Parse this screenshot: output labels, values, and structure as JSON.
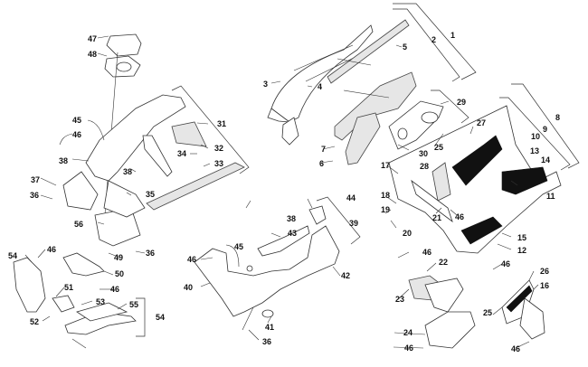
{
  "diagram": {
    "type": "exploded-parts-diagram",
    "callouts": [
      {
        "id": "c1",
        "label": "1"
      },
      {
        "id": "c2",
        "label": "2"
      },
      {
        "id": "c3",
        "label": "3"
      },
      {
        "id": "c4",
        "label": "4"
      },
      {
        "id": "c5",
        "label": "5"
      },
      {
        "id": "c6",
        "label": "6"
      },
      {
        "id": "c7",
        "label": "7"
      },
      {
        "id": "c8",
        "label": "8"
      },
      {
        "id": "c9",
        "label": "9"
      },
      {
        "id": "c10",
        "label": "10"
      },
      {
        "id": "c11",
        "label": "11"
      },
      {
        "id": "c12",
        "label": "12"
      },
      {
        "id": "c13",
        "label": "13"
      },
      {
        "id": "c14",
        "label": "14"
      },
      {
        "id": "c15",
        "label": "15"
      },
      {
        "id": "c16",
        "label": "16"
      },
      {
        "id": "c17",
        "label": "17"
      },
      {
        "id": "c18",
        "label": "18"
      },
      {
        "id": "c19",
        "label": "19"
      },
      {
        "id": "c20",
        "label": "20"
      },
      {
        "id": "c21",
        "label": "21"
      },
      {
        "id": "c22",
        "label": "22"
      },
      {
        "id": "c23",
        "label": "23"
      },
      {
        "id": "c24",
        "label": "24"
      },
      {
        "id": "c25a",
        "label": "25"
      },
      {
        "id": "c25b",
        "label": "25"
      },
      {
        "id": "c26",
        "label": "26"
      },
      {
        "id": "c27",
        "label": "27"
      },
      {
        "id": "c28",
        "label": "28"
      },
      {
        "id": "c29",
        "label": "29"
      },
      {
        "id": "c30",
        "label": "30"
      },
      {
        "id": "c31",
        "label": "31"
      },
      {
        "id": "c32",
        "label": "32"
      },
      {
        "id": "c33",
        "label": "33"
      },
      {
        "id": "c34",
        "label": "34"
      },
      {
        "id": "c35",
        "label": "35"
      },
      {
        "id": "c36a",
        "label": "36"
      },
      {
        "id": "c36b",
        "label": "36"
      },
      {
        "id": "c36c",
        "label": "36"
      },
      {
        "id": "c37",
        "label": "37"
      },
      {
        "id": "c38a",
        "label": "38"
      },
      {
        "id": "c38b",
        "label": "38"
      },
      {
        "id": "c38c",
        "label": "38"
      },
      {
        "id": "c39",
        "label": "39"
      },
      {
        "id": "c40",
        "label": "40"
      },
      {
        "id": "c41",
        "label": "41"
      },
      {
        "id": "c42",
        "label": "42"
      },
      {
        "id": "c43",
        "label": "43"
      },
      {
        "id": "c44",
        "label": "44"
      },
      {
        "id": "c45a",
        "label": "45"
      },
      {
        "id": "c45b",
        "label": "45"
      },
      {
        "id": "c46a",
        "label": "46"
      },
      {
        "id": "c46b",
        "label": "46"
      },
      {
        "id": "c46c",
        "label": "46"
      },
      {
        "id": "c46d",
        "label": "46"
      },
      {
        "id": "c46e",
        "label": "46"
      },
      {
        "id": "c46f",
        "label": "46"
      },
      {
        "id": "c46g",
        "label": "46"
      },
      {
        "id": "c46h",
        "label": "46"
      },
      {
        "id": "c46i",
        "label": "46"
      },
      {
        "id": "c47",
        "label": "47"
      },
      {
        "id": "c48",
        "label": "48"
      },
      {
        "id": "c49",
        "label": "49"
      },
      {
        "id": "c50",
        "label": "50"
      },
      {
        "id": "c51",
        "label": "51"
      },
      {
        "id": "c52",
        "label": "52"
      },
      {
        "id": "c53",
        "label": "53"
      },
      {
        "id": "c54a",
        "label": "54"
      },
      {
        "id": "c54b",
        "label": "54"
      },
      {
        "id": "c55",
        "label": "55"
      },
      {
        "id": "c56",
        "label": "56"
      }
    ]
  }
}
